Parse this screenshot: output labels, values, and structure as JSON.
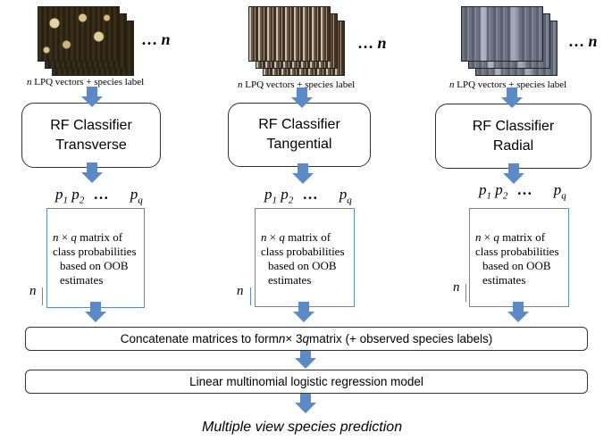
{
  "columns": [
    {
      "view": "transverse",
      "caption_n": "n",
      "caption_text": " LPQ vectors + species label",
      "stack_suffix_dots": "… ",
      "stack_suffix_n": "n",
      "rf_line1": "RF Classifier",
      "rf_line2": "Transverse",
      "p1": "p",
      "p1_sub": "1",
      "p2": "p",
      "p2_sub": "2",
      "pdots": "…",
      "pq": "p",
      "pq_sub": "q",
      "matrix_n": "n",
      "matrix_times": " × ",
      "matrix_q": "q",
      "matrix_line1_rest": " matrix of",
      "matrix_line2": "class probabilities",
      "matrix_line3": "based on OOB",
      "matrix_line4": "estimates",
      "row_label": "n"
    },
    {
      "view": "tangential",
      "caption_n": "n",
      "caption_text": " LPQ vectors + species label",
      "stack_suffix_dots": "… ",
      "stack_suffix_n": "n",
      "rf_line1": "RF Classifier",
      "rf_line2": "Tangential",
      "p1": "p",
      "p1_sub": "1",
      "p2": "p",
      "p2_sub": "2",
      "pdots": "…",
      "pq": "p",
      "pq_sub": "q",
      "matrix_n": "n",
      "matrix_times": " × ",
      "matrix_q": "q",
      "matrix_line1_rest": " matrix of",
      "matrix_line2": "class probabilities",
      "matrix_line3": "based on OOB",
      "matrix_line4": "estimates",
      "row_label": "n"
    },
    {
      "view": "radial",
      "caption_n": "n",
      "caption_text": " LPQ vectors + species label",
      "stack_suffix_dots": "… ",
      "stack_suffix_n": "n",
      "rf_line1": "RF Classifier",
      "rf_line2": "Radial",
      "p1": "p",
      "p1_sub": "1",
      "p2": "p",
      "p2_sub": "2",
      "pdots": "…",
      "pq": "p",
      "pq_sub": "q",
      "matrix_n": "n",
      "matrix_times": " × ",
      "matrix_q": "q",
      "matrix_line1_rest": " matrix of",
      "matrix_line2": "class probabilities",
      "matrix_line3": "based on OOB",
      "matrix_line4": "estimates",
      "row_label": "n"
    }
  ],
  "concat": {
    "pre": "Concatenate matrices to form ",
    "n": "n",
    "times": " × 3",
    "q": "q",
    "post": " matrix (+ observed species labels)"
  },
  "logistic": "Linear multinomial logistic regression model",
  "final": "Multiple view species prediction",
  "colors": {
    "arrow": "#5b8ac7",
    "matrix_border": "#5b8ac7",
    "box_border": "#333333"
  }
}
